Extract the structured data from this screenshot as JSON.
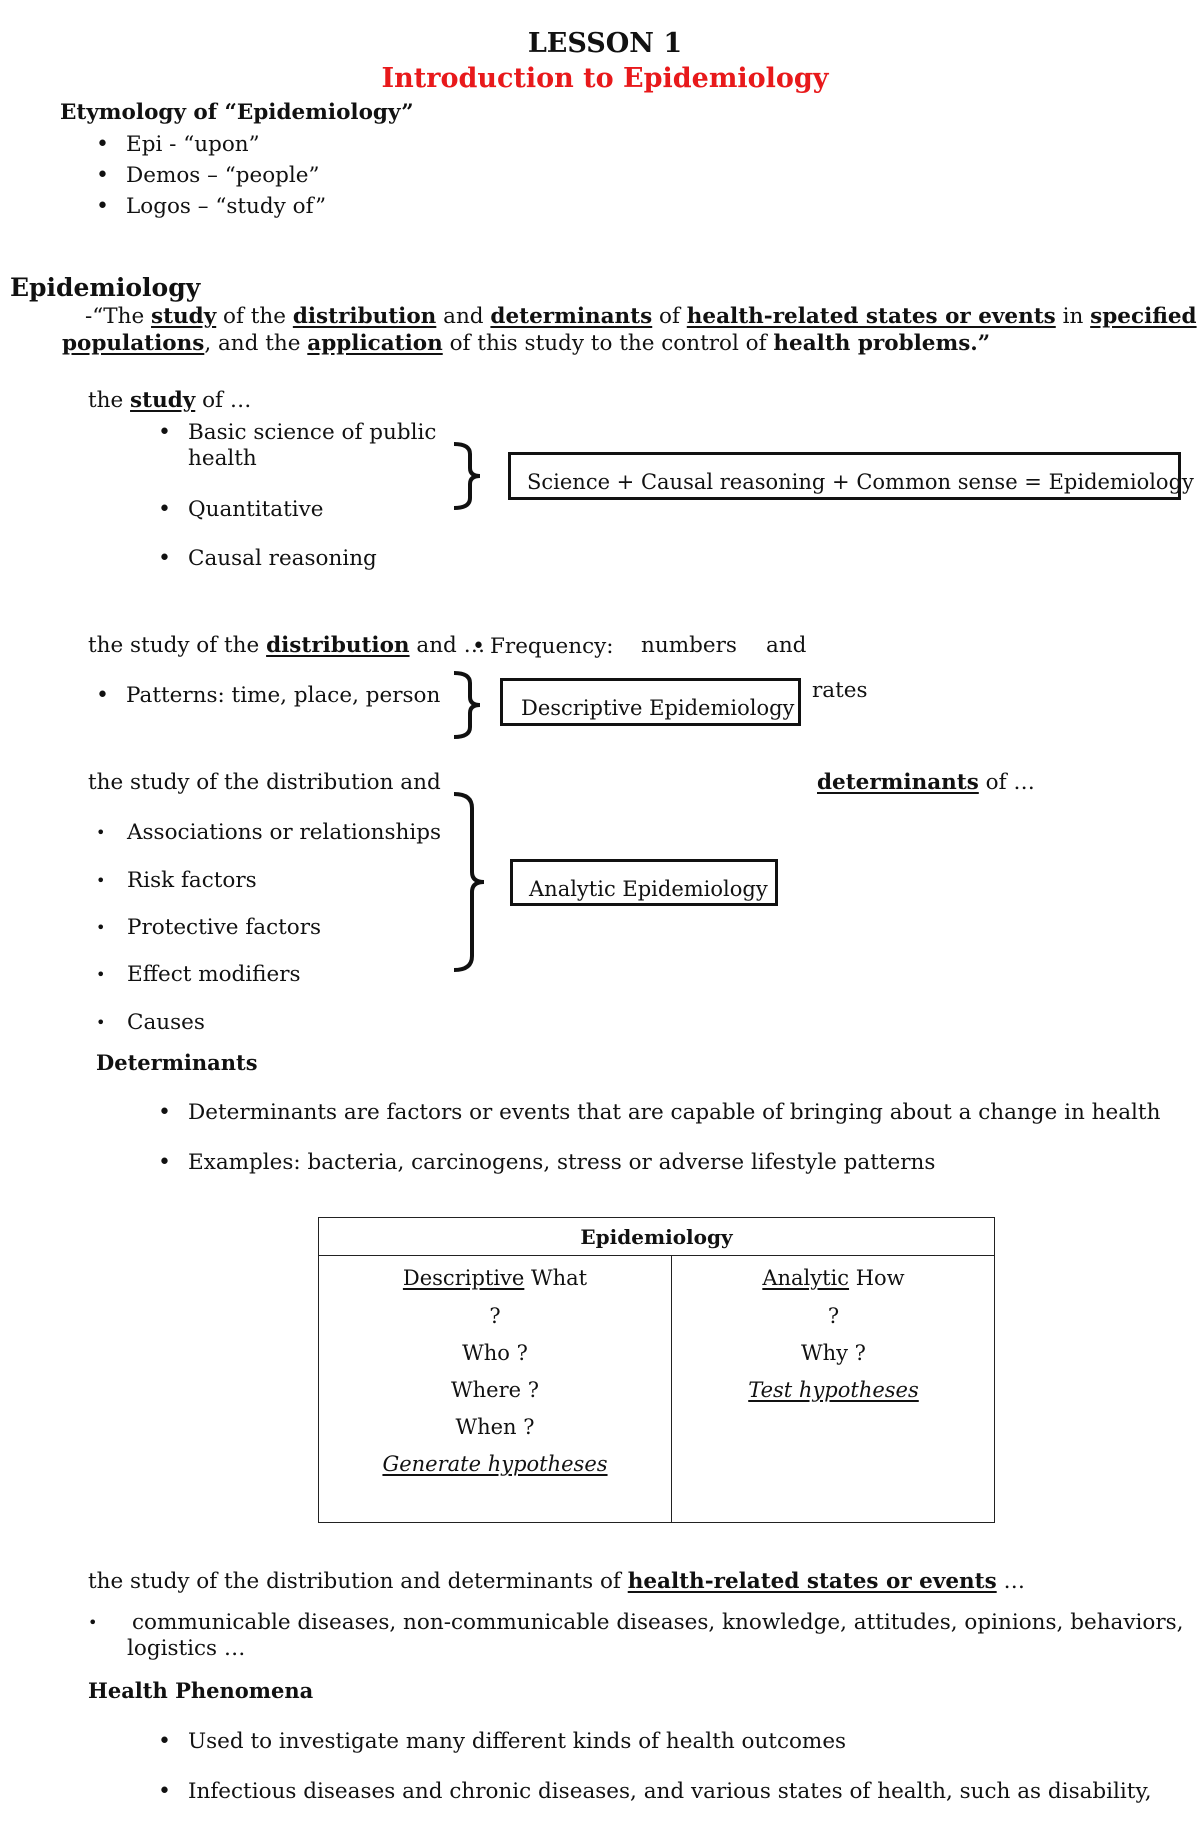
{
  "header": {
    "lesson": "LESSON 1",
    "title": "Introduction to Epidemiology",
    "title_color": "#e8191b"
  },
  "etymology": {
    "heading": "Etymology of “Epidemiology”",
    "items": [
      "Epi  - “upon”",
      "Demos – “people”",
      "Logos – “study of”"
    ]
  },
  "definition": {
    "heading": "Epidemiology",
    "quote_open": "-“The ",
    "w_study": "study",
    "t1": " of the ",
    "w_distribution": "distribution",
    "t2": " and ",
    "w_determinants": "determinants",
    "t3": " of ",
    "w_health_related": "health-related states or events",
    "t4": " in ",
    "w_specified": "specified",
    "w_populations": "populations",
    "t5": ", and the ",
    "w_application": "application",
    "t6": " of this study to the control of ",
    "w_health_problems": "health problems.”"
  },
  "study": {
    "lead_the": "the ",
    "lead_study": "study",
    "lead_of": " of …",
    "items": [
      "Basic science of public",
      "health",
      "Quantitative",
      "Causal reasoning"
    ],
    "box": "Science + Causal reasoning +  Common sense = Epidemiology"
  },
  "distribution": {
    "lead_pre": "the study of the ",
    "lead_word": "distribution",
    "lead_post": " and …",
    "frequency": "Frequency:",
    "numbers": "numbers",
    "and": "and",
    "rates": "rates",
    "patterns": "Patterns: time, place, person",
    "box": "Descriptive Epidemiology"
  },
  "determinants_section": {
    "lead": "the study of the distribution and",
    "lead_word": "determinants",
    "lead_post": " of …",
    "items": [
      "Associations or relationships",
      "Risk factors",
      "Protective factors",
      "Effect modifiers",
      "Causes"
    ],
    "box": "Analytic Epidemiology"
  },
  "determinants": {
    "heading": "Determinants",
    "items": [
      "Determinants are factors or events that are capable of bringing about a change in health",
      "Examples: bacteria, carcinogens, stress or adverse lifestyle patterns"
    ]
  },
  "table": {
    "header": "Epidemiology",
    "left_title": "Descriptive",
    "left_title_suffix": " What",
    "left_lines": [
      "?",
      "Who ?",
      "Where ?",
      "When ?"
    ],
    "left_hyp": "Generate hypotheses",
    "right_title": "Analytic",
    "right_title_suffix": " How",
    "right_lines": [
      "?",
      "Why ?"
    ],
    "right_hyp": "Test hypotheses"
  },
  "health_related": {
    "lead_pre": "the study of the distribution and determinants of ",
    "lead_word": "health-related states or events",
    "lead_post": " …",
    "bullet_line1": "communicable diseases, non-communicable diseases, knowledge, attitudes, opinions, behaviors,",
    "bullet_line2": "logistics …"
  },
  "phenomena": {
    "heading": "Health Phenomena",
    "items": [
      "Used to investigate many different kinds of health outcomes",
      "Infectious diseases and chronic diseases, and various states of health, such as disability,"
    ]
  }
}
